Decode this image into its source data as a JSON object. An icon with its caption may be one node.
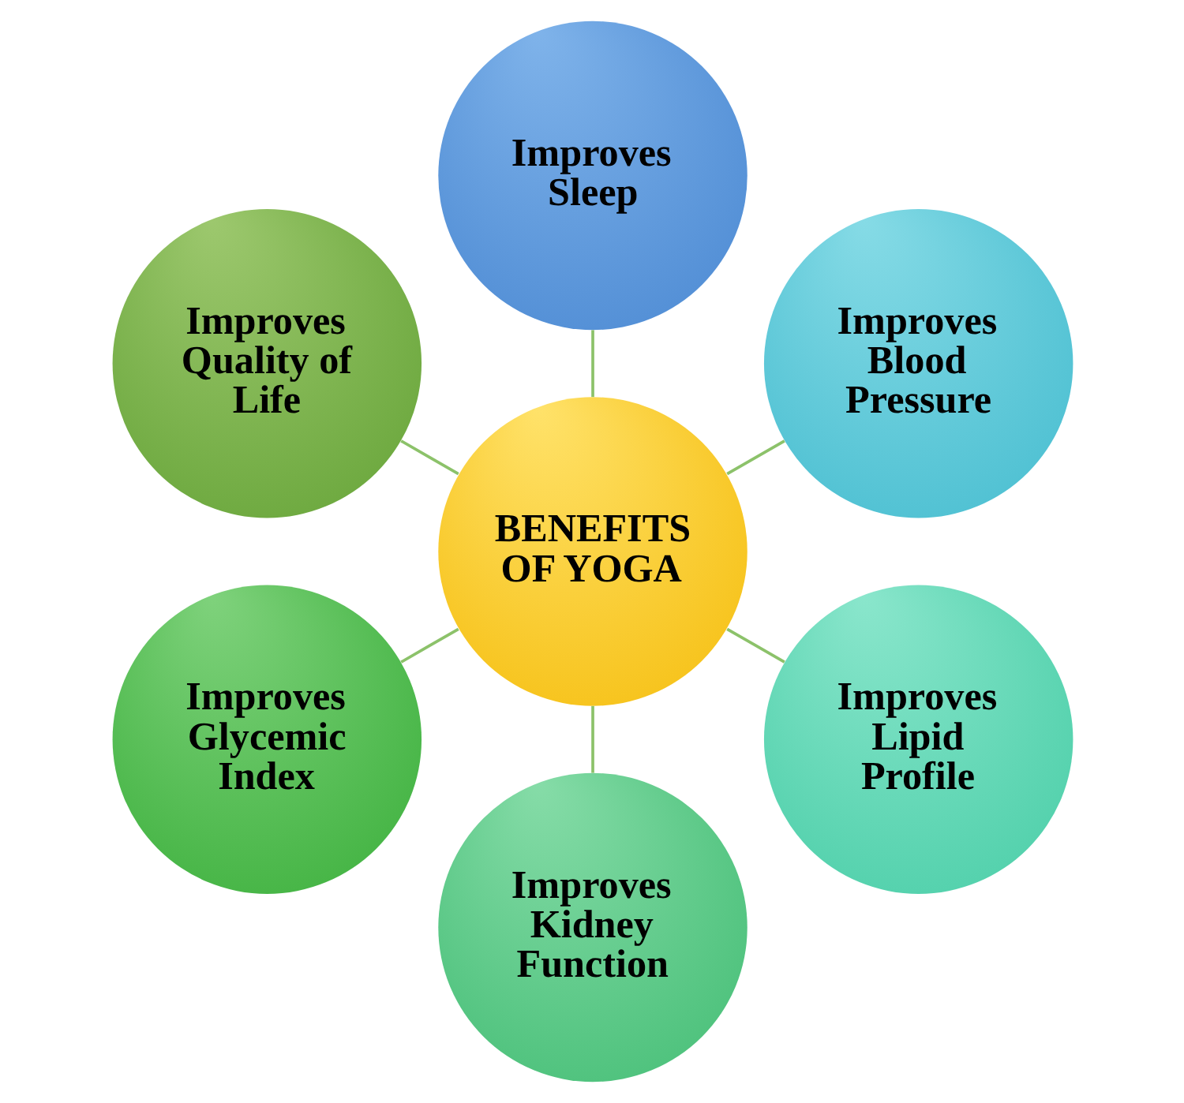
{
  "diagram": {
    "nodes": [
      {
        "text": [
          "BENEFITS OF YOGA"
        ]
      },
      {
        "text": [
          "Improves Sleep"
        ]
      },
      {
        "text": [
          "Improves Blood Pressure"
        ]
      },
      {
        "text": [
          "Improves Lipid Profile"
        ]
      },
      {
        "text": [
          "Improves Kidney Function"
        ]
      },
      {
        "text": [
          "Improves Glycemic Index"
        ]
      },
      {
        "text": [
          "Improves Quality of Life"
        ]
      }
    ],
    "edges": [
      {
        "from": 0,
        "to": 1,
        "arrow": "none"
      },
      {
        "from": 0,
        "to": 2,
        "arrow": "none"
      },
      {
        "from": 0,
        "to": 3,
        "arrow": "none"
      },
      {
        "from": 0,
        "to": 4,
        "arrow": "none"
      },
      {
        "from": 0,
        "to": 5,
        "arrow": "none"
      },
      {
        "from": 0,
        "to": 6,
        "arrow": "none"
      }
    ]
  }
}
